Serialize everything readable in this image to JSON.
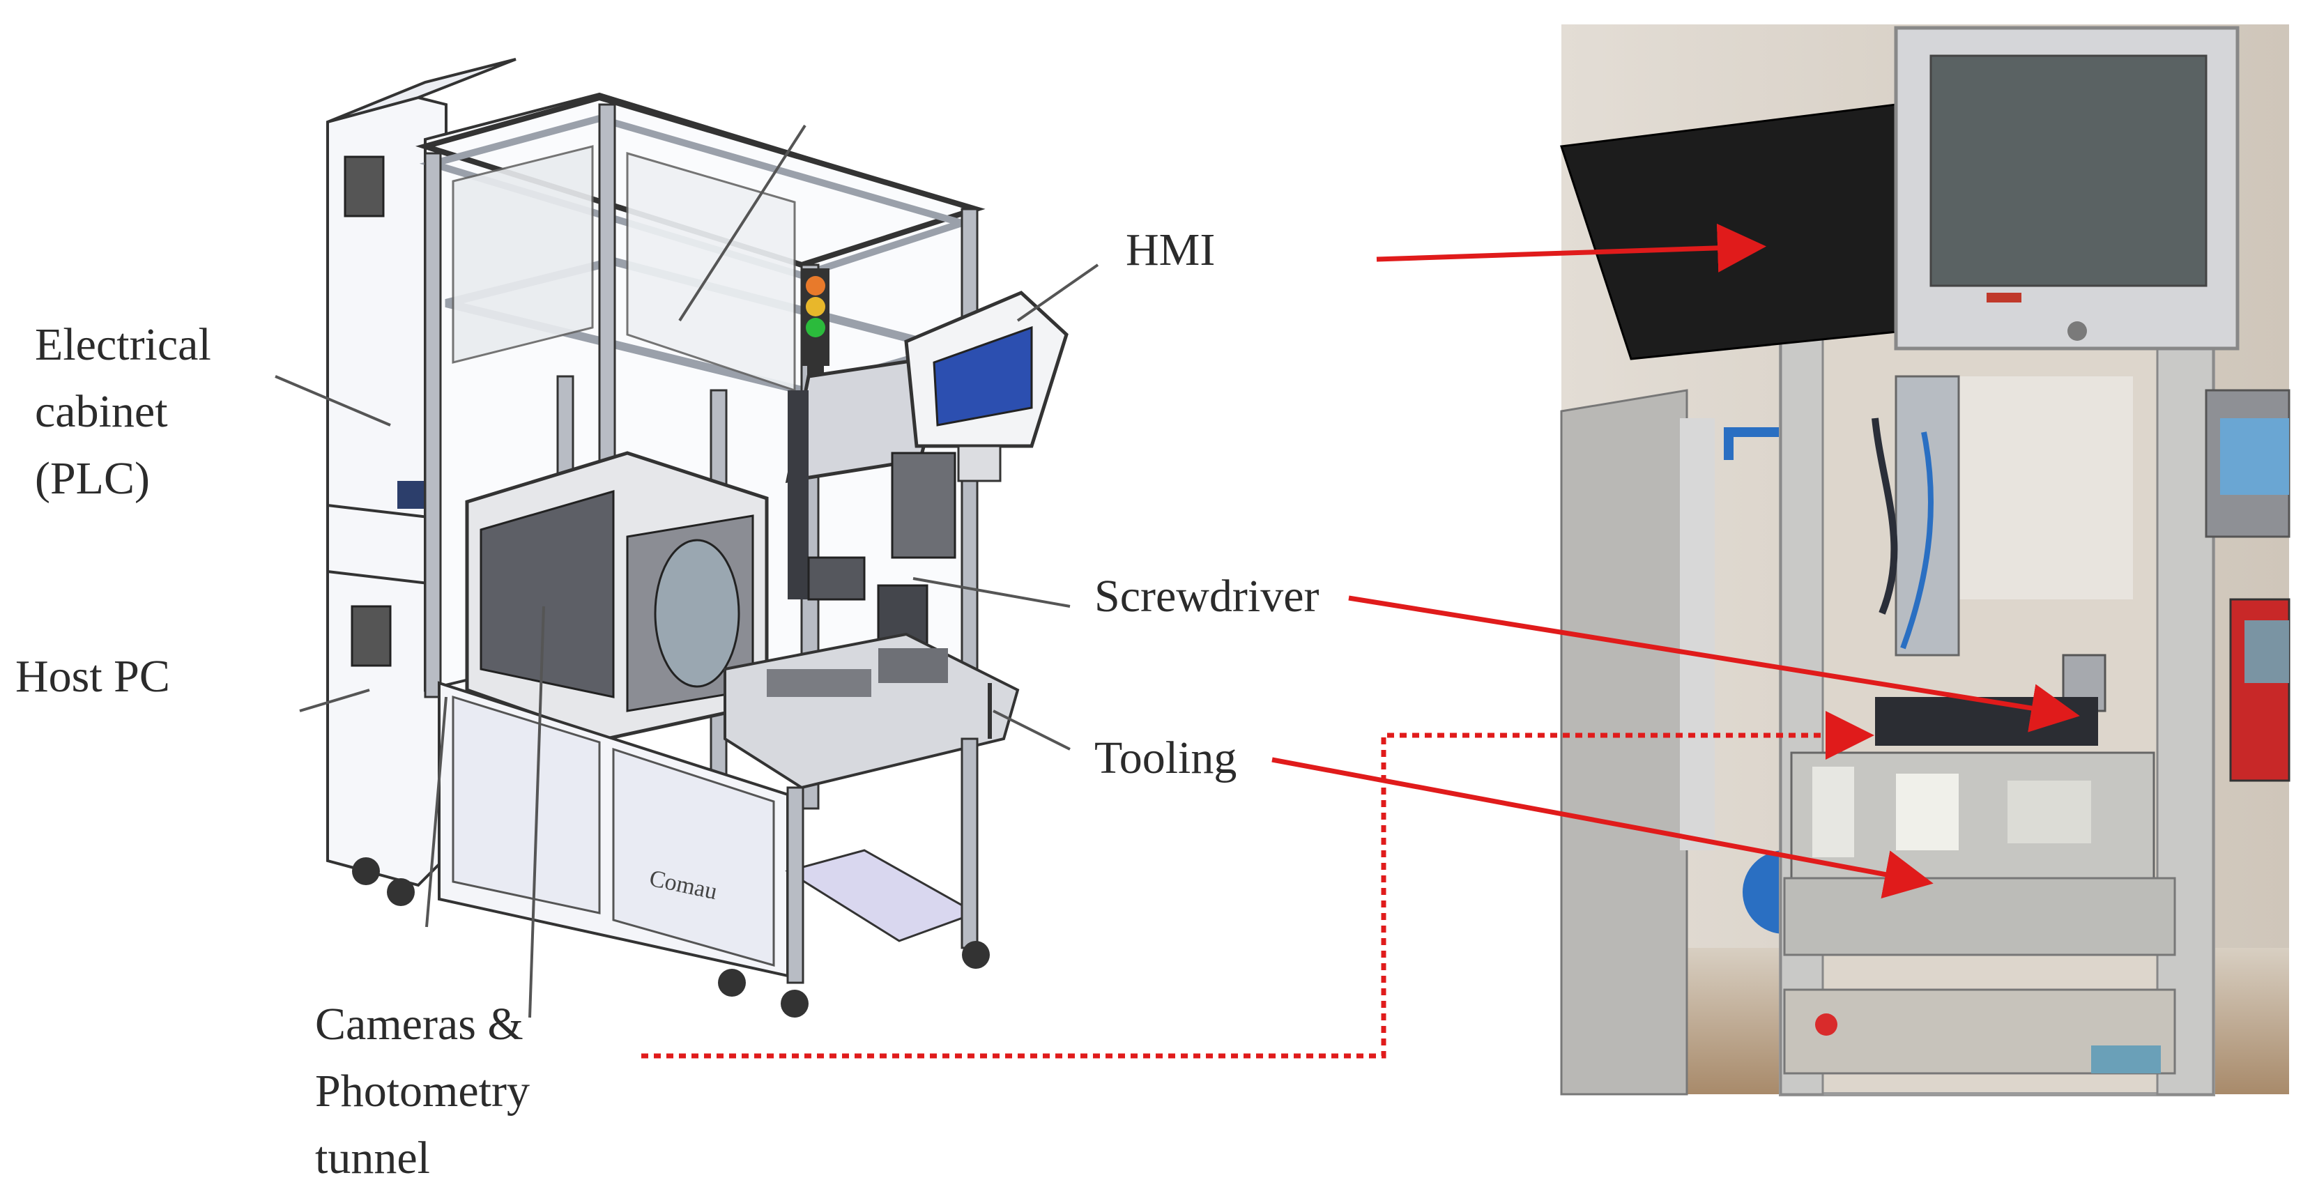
{
  "labels": {
    "electrical_cabinet": [
      "Electrical",
      "cabinet",
      "(PLC)"
    ],
    "host_pc": "Host PC",
    "hmi": "HMI",
    "screwdriver": "Screwdriver",
    "tooling": "Tooling",
    "cameras": [
      "Cameras &",
      "Photometry",
      "tunnel"
    ]
  },
  "colors": {
    "arrow": "#e01b1b",
    "leader": "#555555",
    "frame_metal": "#b8bcc4",
    "panel": "#f1f3f8",
    "photo_background": "#cbbfae"
  },
  "illustrations": {
    "left": "3d-cad-render-of-test-station",
    "right": "photo-of-real-test-station"
  }
}
